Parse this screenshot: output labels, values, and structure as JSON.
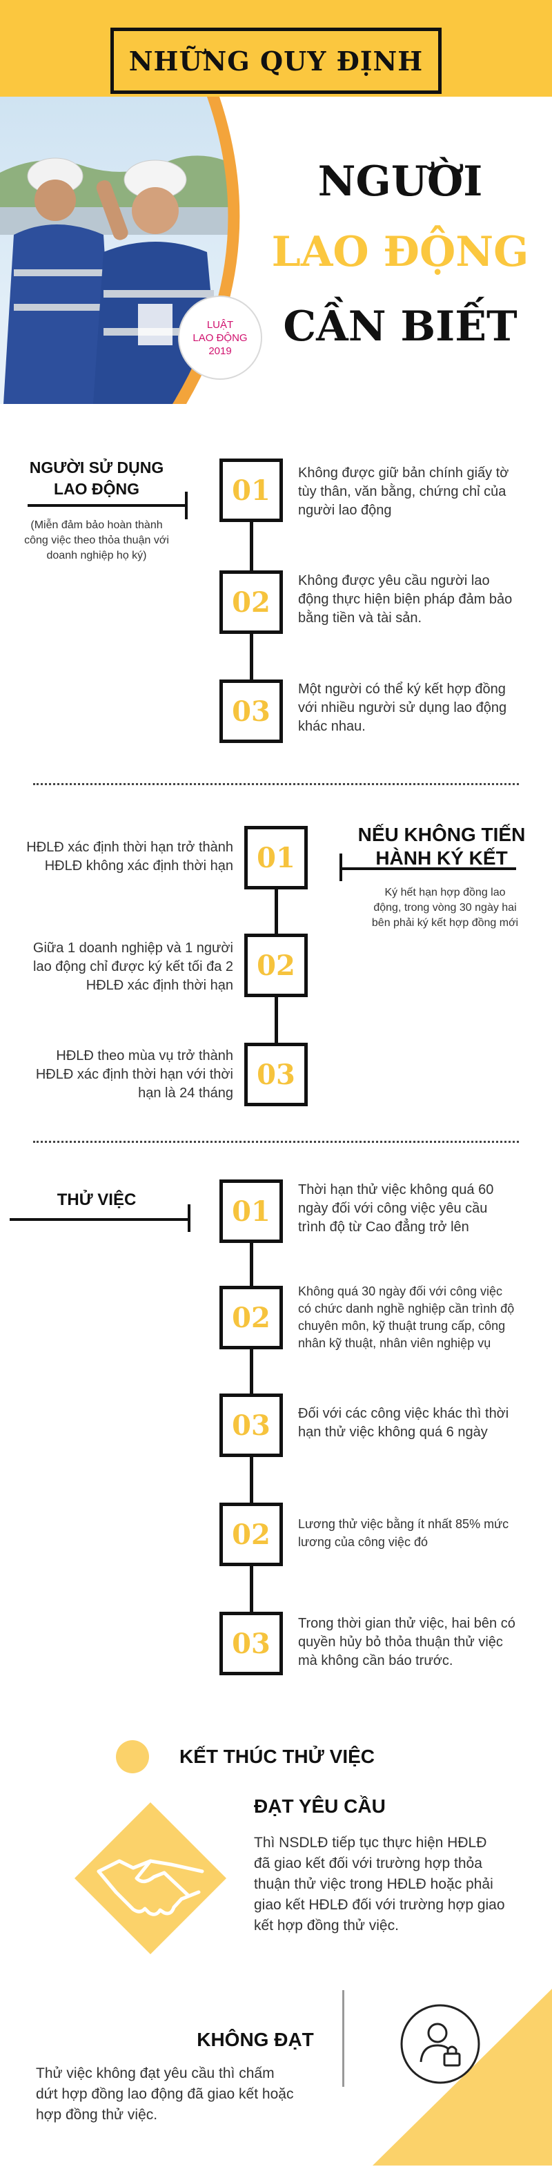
{
  "header": {
    "title": "NHỮNG QUY ĐỊNH",
    "line1": "NGƯỜI",
    "line2": "LAO ĐỘNG",
    "line3": "CẦN BIẾT",
    "badge": [
      "LUẬT",
      "LAO ĐỘNG",
      "2019"
    ]
  },
  "section1": {
    "heading": [
      "NGƯỜI SỬ DỤNG",
      "LAO ĐỘNG"
    ],
    "note": [
      "(Miễn đảm bảo hoàn thành",
      "công việc theo thỏa thuận với",
      "doanh nghiệp họ ký)"
    ],
    "items": [
      {
        "num": "01",
        "text": [
          "Không được giữ bản chính giấy tờ",
          "tùy thân, văn bằng, chứng chỉ của",
          "người lao động"
        ]
      },
      {
        "num": "02",
        "text": [
          "Không được yêu cầu người lao",
          "động thực hiện biện pháp đảm bảo",
          "bằng tiền và tài sản."
        ]
      },
      {
        "num": "03",
        "text": [
          "Một người có thể ký kết hợp đồng",
          "với nhiều người sử dụng lao động",
          "khác nhau."
        ]
      }
    ]
  },
  "section2": {
    "heading": [
      "NẾU KHÔNG TIẾN",
      "HÀNH KÝ KẾT"
    ],
    "note": [
      "Ký hết hạn hợp đồng lao",
      "động, trong vòng 30 ngày hai",
      "bên phải ký kết hợp đồng mới"
    ],
    "items": [
      {
        "num": "01",
        "text": [
          "HĐLĐ xác định thời hạn trở thành",
          "HĐLĐ không xác định thời hạn"
        ]
      },
      {
        "num": "02",
        "text": [
          "Giữa 1 doanh nghiệp và 1 người",
          "lao động chỉ được ký kết tối đa 2",
          "HĐLĐ xác định thời hạn"
        ]
      },
      {
        "num": "03",
        "text": [
          "HĐLĐ theo mùa vụ trở thành",
          "HĐLĐ xác định thời hạn với thời",
          "hạn là 24 tháng"
        ]
      }
    ]
  },
  "section3": {
    "heading": "THỬ VIỆC",
    "items": [
      {
        "num": "01",
        "text": [
          "Thời hạn thử việc không quá 60",
          "ngày đối với công việc yêu cầu",
          "trình độ từ Cao đẳng trở lên"
        ]
      },
      {
        "num": "02",
        "text": [
          "Không quá 30 ngày đối với công việc",
          "có chức danh nghề nghiệp cần trình độ",
          "chuyên môn, kỹ thuật trung cấp, công",
          "nhân kỹ thuật, nhân viên nghiệp vụ"
        ]
      },
      {
        "num": "03",
        "text": [
          "Đối với các công việc khác thì thời",
          "hạn thử việc không quá 6 ngày"
        ]
      },
      {
        "num": "02",
        "text": [
          "Lương thử việc bằng ít nhất 85% mức",
          "lương của công việc đó"
        ]
      },
      {
        "num": "03",
        "text": [
          "Trong thời gian thử việc, hai bên có",
          "quyền hủy bỏ thỏa thuận thử việc",
          "mà không cần báo trước."
        ]
      }
    ]
  },
  "section4": {
    "heading": "KẾT THÚC THỬ VIỆC",
    "pass_title": "ĐẠT YÊU CẦU",
    "pass_text": [
      "Thì NSDLĐ tiếp tục thực hiện HĐLĐ",
      "đã giao kết đối với trường hợp thỏa",
      "thuận thử việc trong HĐLĐ hoặc phải",
      "giao kết HĐLĐ đối với trường hợp giao",
      "kết hợp đồng thử việc."
    ],
    "fail_title": "KHÔNG ĐẠT",
    "fail_text": [
      "Thử việc không đạt yêu cầu thì chấm",
      "dứt hợp đồng lao động đã giao kết hoặc",
      "hợp đồng thử việc."
    ]
  },
  "colors": {
    "accent": "#fbc73f",
    "number": "#f6c33d",
    "badge_text": "#d0116e",
    "line": "#111111"
  },
  "icons": [
    "handshake-icon",
    "user-lock-icon"
  ]
}
